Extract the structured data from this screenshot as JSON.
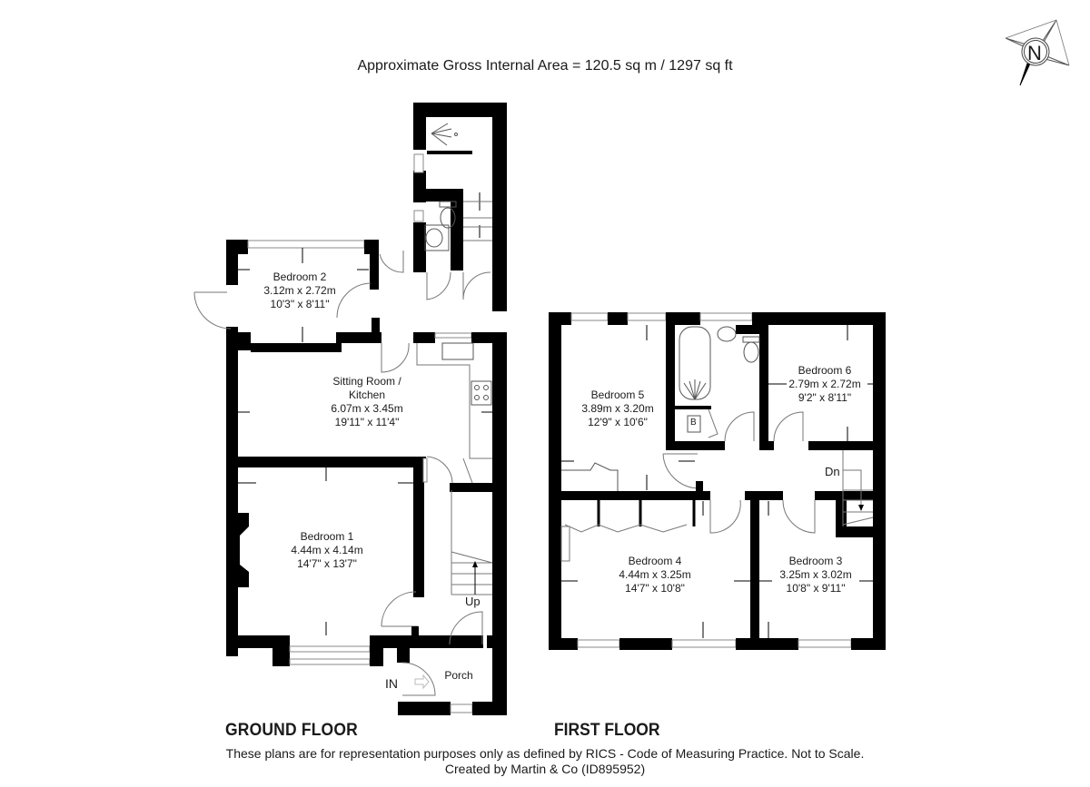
{
  "header": {
    "title": "Approximate Gross Internal Area = 120.5 sq m / 1297 sq ft"
  },
  "compass": {
    "icon": "north-compass-icon",
    "letter": "N"
  },
  "floors": {
    "ground": {
      "label": "GROUND FLOOR",
      "rooms": [
        {
          "name": "Bedroom 2",
          "metric": "3.12m x 2.72m",
          "imperial": "10'3\" x 8'11\""
        },
        {
          "name": "Sitting Room /",
          "name2": "Kitchen",
          "metric": "6.07m x 3.45m",
          "imperial": "19'11\" x 11'4\""
        },
        {
          "name": "Bedroom 1",
          "metric": "4.44m x 4.14m",
          "imperial": "14'7\" x 13'7\""
        },
        {
          "name": "Porch"
        }
      ],
      "stairs_label": "Up",
      "entrance_label": "IN"
    },
    "first": {
      "label": "FIRST FLOOR",
      "rooms": [
        {
          "name": "Bedroom 5",
          "metric": "3.89m x 3.20m",
          "imperial": "12'9\" x 10'6\""
        },
        {
          "name": "Bedroom 6",
          "metric": "2.79m x 2.72m",
          "imperial": "9'2\" x 8'11\""
        },
        {
          "name": "Bedroom 4",
          "metric": "4.44m x 3.25m",
          "imperial": "14'7\" x 10'8\""
        },
        {
          "name": "Bedroom 3",
          "metric": "3.25m x 3.02m",
          "imperial": "10'8\" x 9'11\""
        }
      ],
      "stairs_label": "Dn",
      "boiler_label": "B"
    }
  },
  "footer": {
    "disclaimer": "These plans are for representation purposes only as defined by RICS - Code of Measuring Practice. Not to Scale.",
    "credit": "Created by Martin & Co (ID895952)"
  }
}
